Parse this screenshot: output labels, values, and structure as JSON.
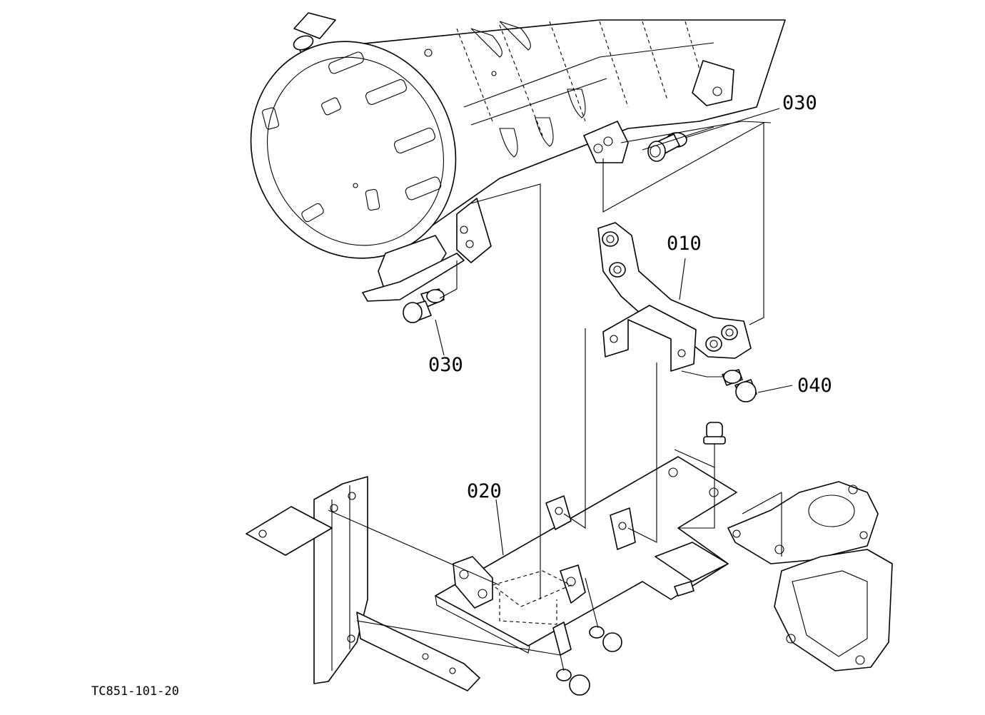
{
  "diagram": {
    "callouts": {
      "c010": "010",
      "c020": "020",
      "c030_top": "030",
      "c030_left": "030",
      "c040": "040"
    },
    "drawing_code": "TC851-101-20"
  }
}
